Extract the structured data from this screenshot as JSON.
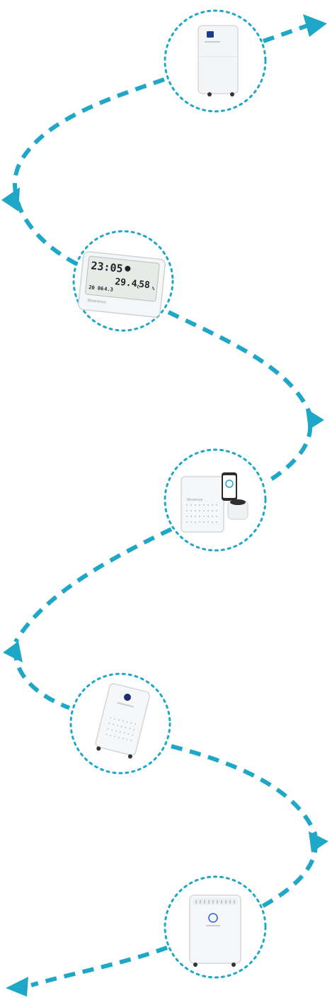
{
  "colors": {
    "accent": "#1ea7c6",
    "device_body": "#f4f5f6",
    "device_outline": "#d7dadd"
  },
  "milestones": [
    {
      "icon": "dehumidifier-icon"
    },
    {
      "icon": "weather-station-icon",
      "display": {
        "time": "23:05",
        "temperature": "29.4",
        "temp_unit": "°C",
        "humidity": "58",
        "humidity_unit": "%",
        "date": "20 06",
        "sub": "4.3",
        "brand": "Moorenus"
      }
    },
    {
      "icon": "air-purifier-icon",
      "brand": "Moorenus"
    },
    {
      "icon": "air-purifier-tower-icon"
    },
    {
      "icon": "dehumidifier-large-icon"
    }
  ]
}
